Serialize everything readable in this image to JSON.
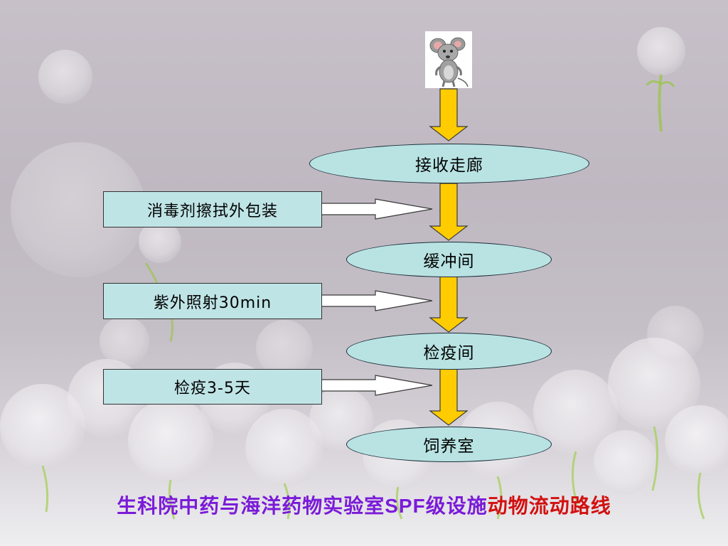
{
  "diagram": {
    "nodes": {
      "reception_corridor": "接收走廊",
      "buffer_room": "缓冲间",
      "quarantine_room": "检疫间",
      "feeding_room": "饲养室"
    },
    "steps": {
      "disinfect": "消毒剂擦拭外包装",
      "uv": "紫外照射30min",
      "quarantine_days": "检疫3-5天"
    }
  },
  "caption": {
    "part1": "生科院中药与海洋药物实验室",
    "part2": "SPF",
    "part3": "级设施",
    "part4": "动物流动路线"
  },
  "colors": {
    "main_arrow_fill": "#ffcc00",
    "node_fill": "#b9e3e3",
    "caption_purple": "#7a1bd8",
    "caption_red": "#d21010"
  }
}
